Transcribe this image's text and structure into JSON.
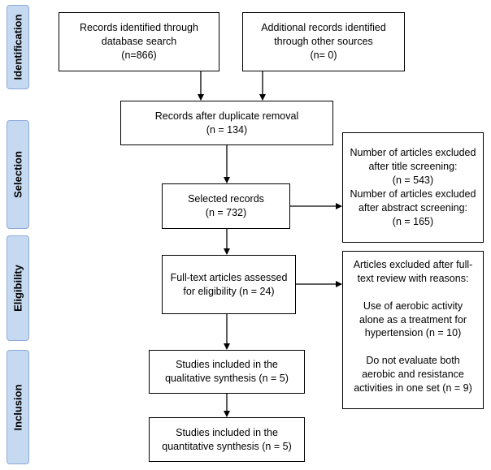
{
  "phases": {
    "identification": "Identification",
    "selection": "Selection",
    "eligibility": "Eligibility",
    "inclusion": "Inclusion"
  },
  "boxes": {
    "database_search": "Records identified through\ndatabase search\n(n=866)",
    "other_sources": "Additional records identified\nthrough other sources\n(n= 0)",
    "duplicate_removal": "Records after duplicate removal\n(n = 134)",
    "selected_records": "Selected records\n(n = 732)",
    "excluded_title_abstract": "Number of articles excluded\nafter title screening:\n(n = 543)\nNumber of articles excluded\nafter abstract screening:\n(n = 165)",
    "fulltext_assessed": "Full-text articles assessed\nfor eligibility (n = 24)",
    "fulltext_excluded": "Articles excluded after full-\ntext review with reasons:\n\nUse of aerobic activity\nalone as a treatment for\nhypertension (n = 10)\n\nDo not evaluate both\naerobic and resistance\nactivities in one set (n = 9)",
    "qualitative": "Studies included in the\nqualitative synthesis (n = 5)",
    "quantitative": "Studies included in the\nquantitative synthesis (n = 5)"
  }
}
